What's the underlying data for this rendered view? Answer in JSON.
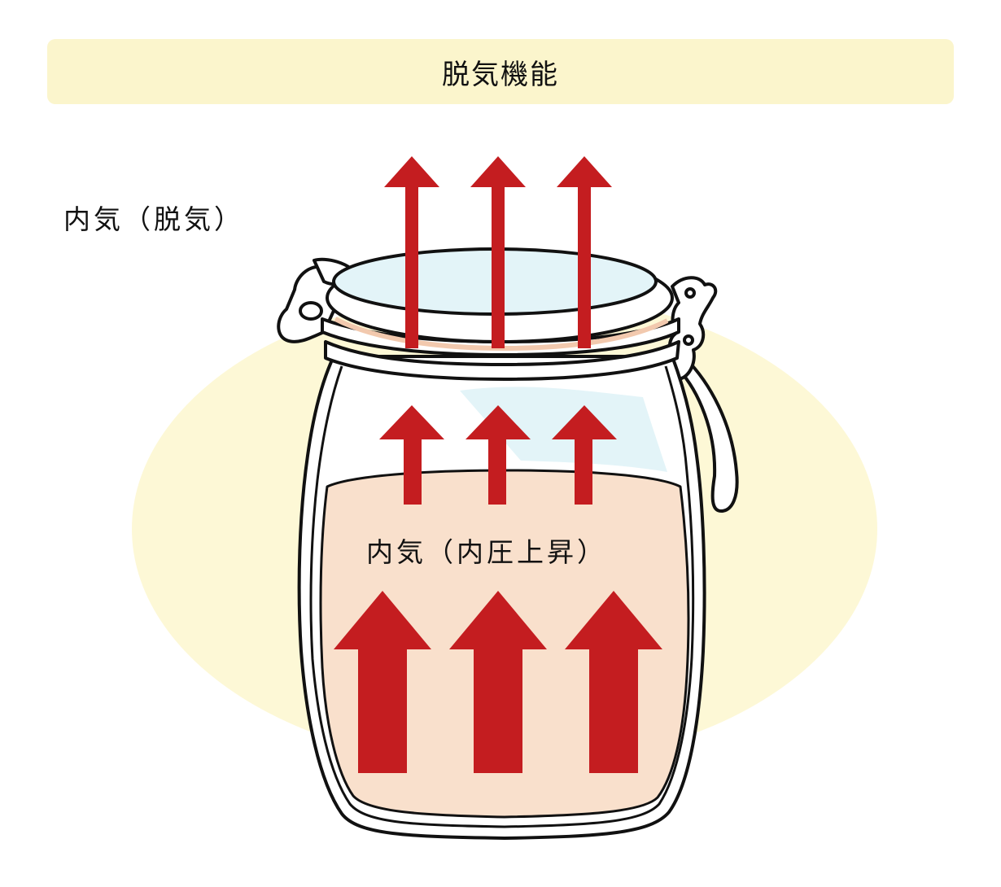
{
  "title": "脱気機能",
  "labels": {
    "released_gas": "内気（脱気）",
    "internal_gas": "内気（内圧上昇）"
  },
  "colors": {
    "banner": "#fbf5cc",
    "background_blob": "#fdf8d6",
    "jar_contents": "#f9e0cc",
    "glass_tint": "#e3f4f8",
    "arrow": "#c41d20",
    "outline": "#111111"
  },
  "icons": {
    "jar": "glass-canister-jar-icon",
    "arrow": "up-arrow-icon"
  }
}
